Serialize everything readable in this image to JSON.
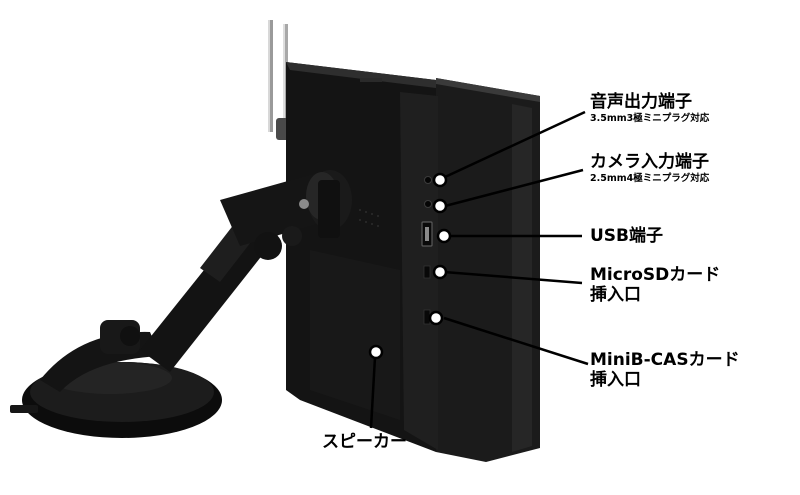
{
  "colors": {
    "device_body": "#161616",
    "device_edge": "#2b2b2b",
    "mount": "#111111",
    "background": "#ffffff",
    "leader_line": "#000000"
  },
  "callouts": {
    "audio_out": {
      "title": "音声出力端子",
      "subtitle": "3.5mm3極ミニプラグ対応"
    },
    "camera_in": {
      "title": "カメラ入力端子",
      "subtitle": "2.5mm4極ミニプラグ対応"
    },
    "usb": {
      "title": "USB端子"
    },
    "microsd": {
      "title_line1": "MicroSDカード",
      "title_line2": "挿入口"
    },
    "minib_cas": {
      "title_line1": "MiniB-CASカード",
      "title_line2": "挿入口"
    },
    "speaker": {
      "title": "スピーカー"
    }
  },
  "icons": {
    "headphone_port": "headphone-icon",
    "camera_port": "camera-icon",
    "usb_port": "usb-port-icon"
  }
}
